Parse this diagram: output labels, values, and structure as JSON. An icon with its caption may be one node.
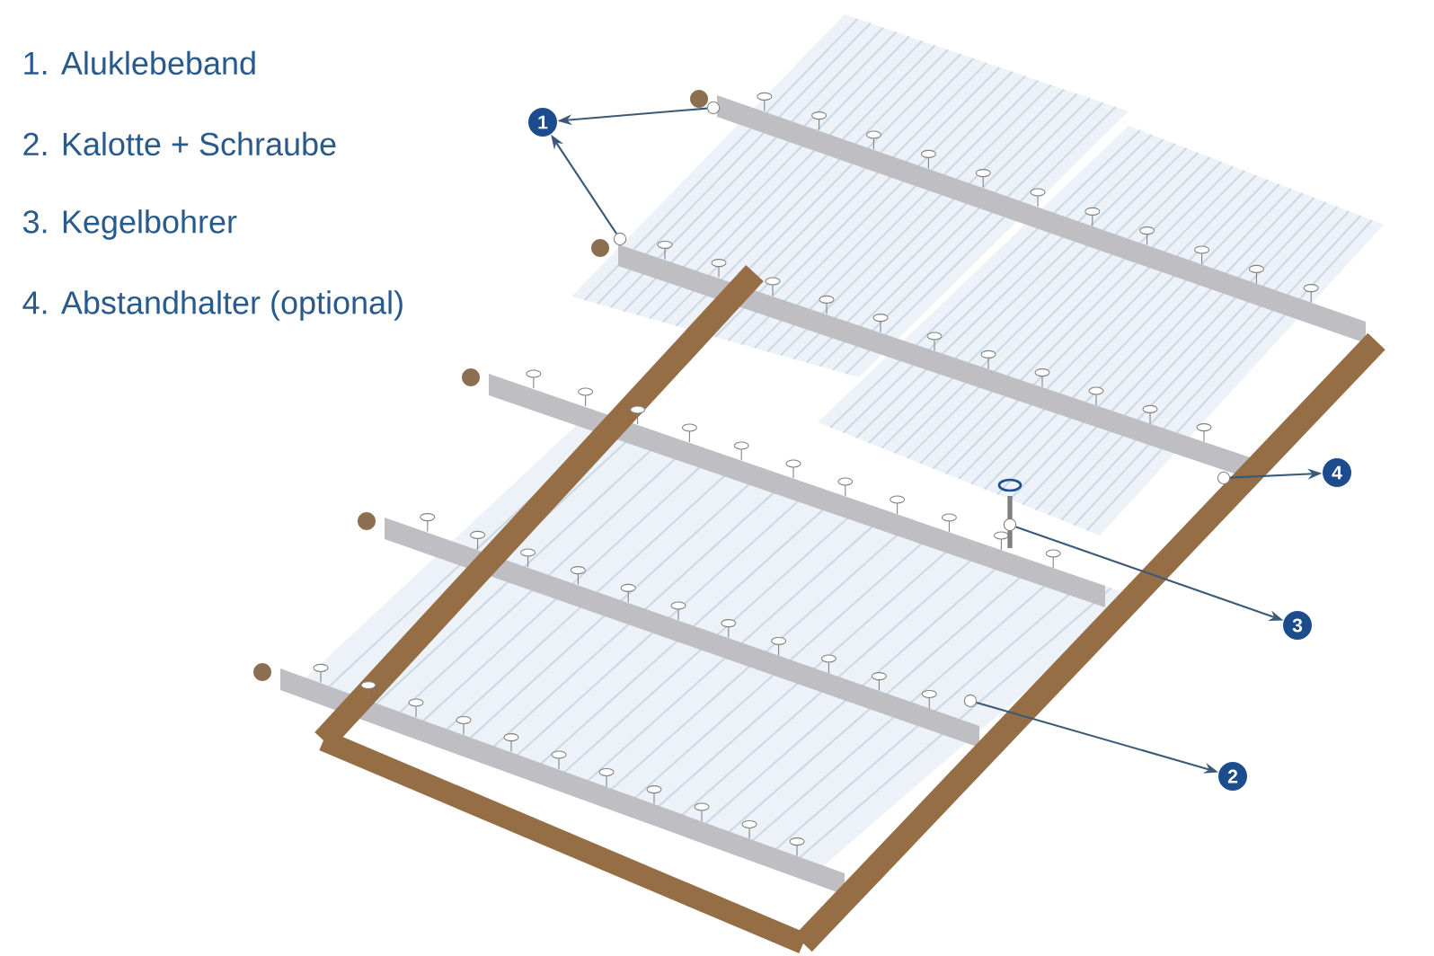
{
  "diagram": {
    "nodes": [
      {
        "text": [
          "1"
        ]
      },
      {
        "text": [
          "2"
        ]
      },
      {
        "text": [
          "3"
        ]
      },
      {
        "text": [
          "4"
        ]
      },
      {
        "text": [],
        "shape": "circle"
      },
      {
        "text": [],
        "shape": "circle"
      },
      {
        "text": [],
        "shape": "circle"
      },
      {
        "text": [],
        "shape": "circle"
      },
      {
        "text": [],
        "shape": "circle"
      }
    ],
    "edges": [
      {
        "from": 4,
        "to": 0,
        "arrow": "to"
      },
      {
        "from": 5,
        "to": 0,
        "arrow": "to"
      },
      {
        "from": 6,
        "to": 1,
        "arrow": "to"
      },
      {
        "from": 7,
        "to": 2,
        "arrow": "to"
      },
      {
        "from": 8,
        "to": 3,
        "arrow": "to"
      }
    ],
    "labels": [
      "1. Aluklebeband",
      "2. Kalotte + Schraube",
      "3. Kegelbohrer",
      "4. Abstandhalter (optional)"
    ]
  }
}
